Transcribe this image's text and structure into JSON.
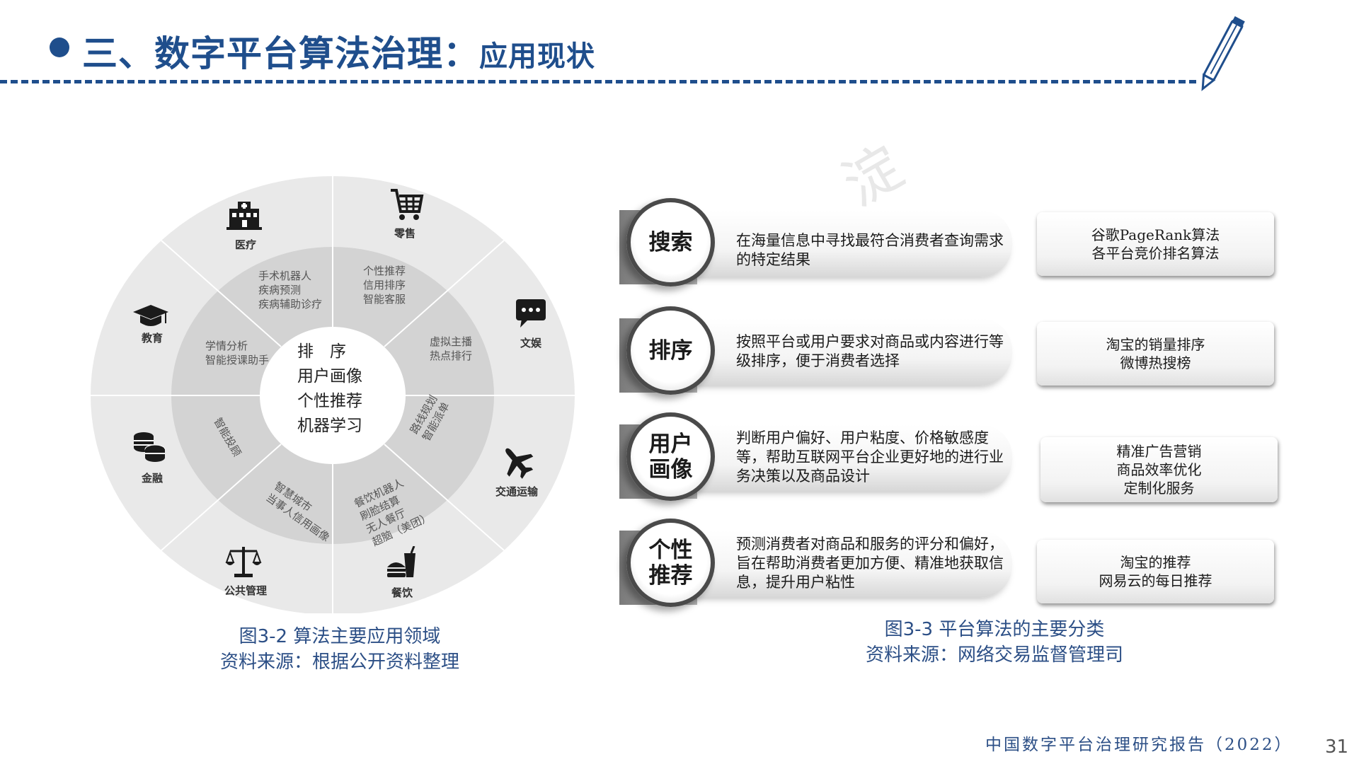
{
  "header": {
    "title_main": "三、数字平台算法治理",
    "title_sep": "：",
    "title_sub": "应用现状",
    "accent": "#1f4e8c"
  },
  "wheel": {
    "center": [
      "排　序",
      "用户画像",
      "个性推荐",
      "机器学习"
    ],
    "domains": [
      {
        "label": "医疗",
        "icon": "hospital-icon"
      },
      {
        "label": "零售",
        "icon": "shopping-cart-icon"
      },
      {
        "label": "文娱",
        "icon": "chat-bubble-icon"
      },
      {
        "label": "交通运输",
        "icon": "airplane-icon"
      },
      {
        "label": "餐饮",
        "icon": "fast-food-icon"
      },
      {
        "label": "公共管理",
        "icon": "scales-icon"
      },
      {
        "label": "金融",
        "icon": "coins-icon"
      },
      {
        "label": "教育",
        "icon": "graduation-cap-icon"
      }
    ],
    "applications": {
      "medical": [
        "手术机器人",
        "疾病预测",
        "疾病辅助诊疗"
      ],
      "retail": [
        "个性推荐",
        "信用排序",
        "智能客服"
      ],
      "entertainment": [
        "虚拟主播",
        "热点排行"
      ],
      "transport": [
        "路线规划",
        "智能派单"
      ],
      "catering": [
        "餐饮机器人",
        "刷脸结算",
        "无人餐厅",
        "超脑（美团）"
      ],
      "public": [
        "智慧城市",
        "当事人信用画像"
      ],
      "finance": [
        "智能投顾"
      ],
      "education": [
        "学情分析",
        "智能授课助手"
      ]
    },
    "caption_line1": "图3-2  算法主要应用领域",
    "caption_line2": "资料来源：根据公开资料整理"
  },
  "categories": [
    {
      "name": "搜索",
      "desc": "在海量信息中寻找最符合消费者查询需求的特定结果",
      "examples": [
        "谷歌PageRank算法",
        "各平台竞价排名算法"
      ]
    },
    {
      "name": "排序",
      "desc": "按照平台或用户要求对商品或内容进行等级排序，便于消费者选择",
      "examples": [
        "淘宝的销量排序",
        "微博热搜榜"
      ]
    },
    {
      "name": "用户画像",
      "name_lines": [
        "用户",
        "画像"
      ],
      "desc": "判断用户偏好、用户粘度、价格敏感度等，帮助互联网平台企业更好地的进行业务决策以及商品设计",
      "examples": [
        "精准广告营销",
        "商品效率优化",
        "定制化服务"
      ]
    },
    {
      "name": "个性推荐",
      "name_lines": [
        "个性",
        "推荐"
      ],
      "desc": "预测消费者对商品和服务的评分和偏好，旨在帮助消费者更加方便、精准地获取信息，提升用户粘性",
      "examples": [
        "淘宝的推荐",
        "网易云的每日推荐"
      ]
    }
  ],
  "right_caption_line1": "图3-3  平台算法的主要分类",
  "right_caption_line2": "资料来源：网络交易监督管理司",
  "footer": {
    "report": "中国数字平台治理研究报告（2022）",
    "page": "31"
  }
}
